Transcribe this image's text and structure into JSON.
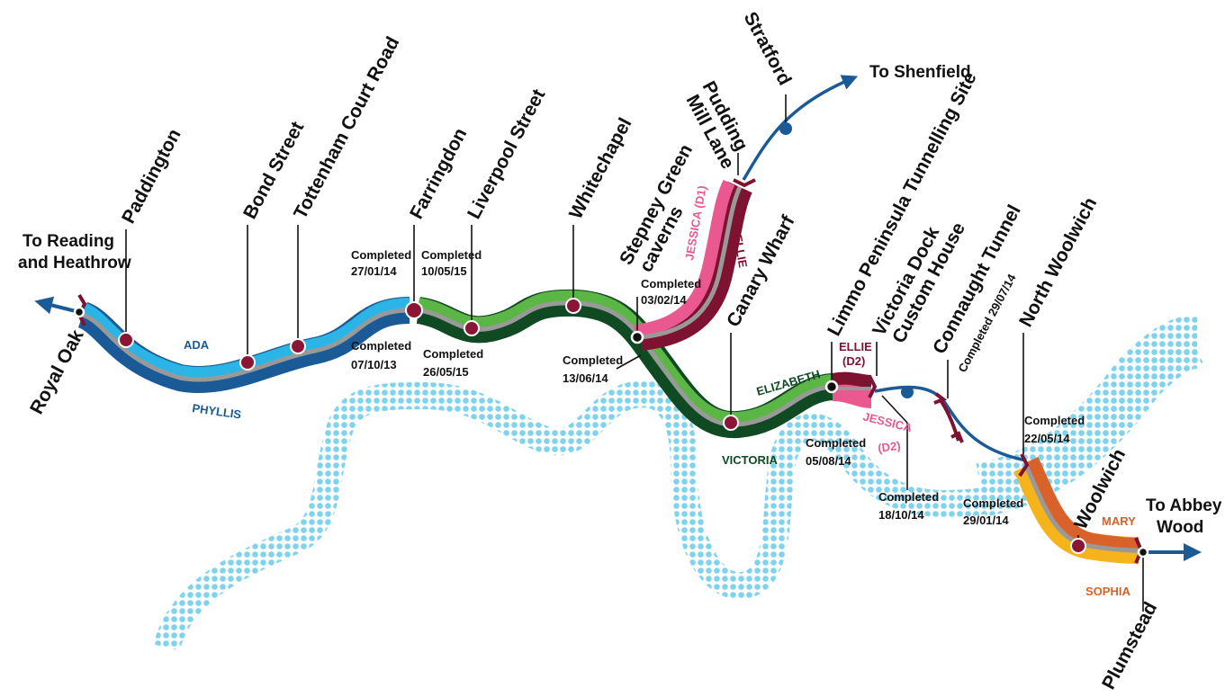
{
  "destinations": {
    "west": [
      "To Reading",
      "and Heathrow"
    ],
    "north": "To Shenfield",
    "east": [
      "To Abbey",
      "Wood"
    ]
  },
  "stations": {
    "royal_oak": "Royal Oak",
    "paddington": "Paddington",
    "bond_street": "Bond Street",
    "tcr": "Tottenham Court Road",
    "farringdon": "Farringdon",
    "liverpool_street": "Liverpool Street",
    "whitechapel": "Whitechapel",
    "stepney": [
      "Stepney Green",
      "caverns"
    ],
    "pudding": [
      "Pudding",
      "Mill Lane"
    ],
    "stratford": "Stratford",
    "canary_wharf": "Canary Wharf",
    "limmo": "Limmo Peninsula Tunnelling Site",
    "victoria_dock": [
      "Victoria Dock",
      "Custom House"
    ],
    "connaught": "Connaught Tunnel",
    "north_woolwich": "North Woolwich",
    "woolwich": "Woolwich",
    "plumstead": "Plumstead"
  },
  "tbms": {
    "ada": "ADA",
    "phyllis": "PHYLLIS",
    "elizabeth": "ELIZABETH",
    "victoria": "VICTORIA",
    "jessica_d1": "JESSICA (D1)",
    "ellie": "ELLIE",
    "ellie_d2": [
      "ELLIE",
      "(D2)"
    ],
    "jessica_d2": [
      "JESSICA",
      "(D2)"
    ],
    "mary": "MARY",
    "sophia": "SOPHIA"
  },
  "completions": {
    "c1": [
      "Completed",
      "27/01/14"
    ],
    "c2": [
      "Completed",
      "10/05/15"
    ],
    "c3": [
      "Completed",
      "07/10/13"
    ],
    "c4": [
      "Completed",
      "26/05/15"
    ],
    "c5": [
      "Completed",
      "03/02/14"
    ],
    "c6": [
      "Completed",
      "13/06/14"
    ],
    "c7": [
      "Completed",
      "05/08/14"
    ],
    "c8": [
      "Completed",
      "18/10/14"
    ],
    "c9": "Completed 29/07/14",
    "c10": [
      "Completed",
      "22/05/14"
    ],
    "c11": [
      "Completed",
      "29/01/14"
    ]
  },
  "colors": {
    "river": "#7fd3ef",
    "blue_light": "#2bb5e6",
    "blue_dark": "#1a5a96",
    "green_light": "#5cb646",
    "green_dark": "#0f4a22",
    "pink": "#e9588e",
    "maroon": "#7d1231",
    "orange": "#d8622a",
    "yellow": "#f6b41c",
    "track": "#999999",
    "line_blue": "#1a5a96"
  }
}
